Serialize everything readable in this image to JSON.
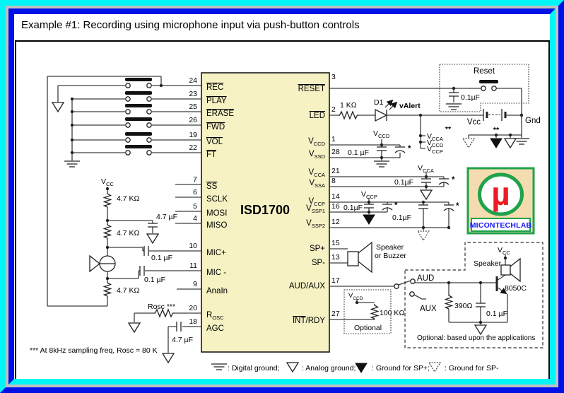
{
  "title": "Example #1: Recording using microphone input via push-button controls",
  "colors": {
    "frame_cyan": "#00f6f6",
    "frame_blue": "#0011e8",
    "frame_gray": "#c0c0c0",
    "chip_fill": "#f6f2c4",
    "logo_green": "#1fa24a",
    "logo_red": "#ed1c24",
    "logo_blue": "#1414ff",
    "logo_tan": "#f4dcb0"
  },
  "chip": {
    "name": "ISD1700",
    "left_pins": [
      {
        "num": "24",
        "label": "REC"
      },
      {
        "num": "23",
        "label": "PLAY"
      },
      {
        "num": "25",
        "label": "ERASE"
      },
      {
        "num": "26",
        "label": "FWD"
      },
      {
        "num": "19",
        "label": "VOL"
      },
      {
        "num": "22",
        "label": "FT"
      },
      {
        "num": "7",
        "label": "SS"
      },
      {
        "num": "6",
        "label": "SCLK"
      },
      {
        "num": "5",
        "label": "MOSI"
      },
      {
        "num": "4",
        "label": "MISO"
      },
      {
        "num": "10",
        "label": "MIC+"
      },
      {
        "num": "11",
        "label": "MIC -"
      },
      {
        "num": "9",
        "label": "AnaIn"
      },
      {
        "num": "20",
        "main": "R",
        "sub": "OSC"
      },
      {
        "num": "18",
        "label": "AGC"
      }
    ],
    "right_pins": [
      {
        "num": "3",
        "label": "RESET"
      },
      {
        "num": "2",
        "label": "LED"
      },
      {
        "num": "1",
        "main": "V",
        "sub": "CCD"
      },
      {
        "num": "28",
        "main": "V",
        "sub": "SSD"
      },
      {
        "num": "21",
        "main": "V",
        "sub": "CCA"
      },
      {
        "num": "8",
        "main": "V",
        "sub": "SSA"
      },
      {
        "num": "14",
        "main": "V",
        "sub": "CCP"
      },
      {
        "num": "16",
        "main": "V",
        "sub": "SSP1"
      },
      {
        "num": "12",
        "main": "V",
        "sub": "SSP2"
      },
      {
        "num": "15",
        "label": "SP+"
      },
      {
        "num": "13",
        "label": "SP-"
      },
      {
        "num": "17",
        "label": "AUD/AUX"
      },
      {
        "num": "27",
        "ovl": "INT",
        "rest": "/RDY"
      }
    ]
  },
  "mic": {
    "vcc": {
      "main": "V",
      "sub": "CC"
    },
    "r_top": "4.7 KΩ",
    "r_mid": "4.7 KΩ",
    "r_bot": "4.7 KΩ",
    "c_bias": "4.7 µF",
    "c_mic_pos": "0.1 µF",
    "c_mic_neg": "0.1 µF"
  },
  "osc": {
    "label": "Rosc ***",
    "note": "***  At 8kHz sampling freq, Rosc = 80 K"
  },
  "agc": {
    "cap": "4.7 µF"
  },
  "reset_box": {
    "label": "Reset",
    "cap": "0.1µF"
  },
  "led": {
    "resistor": "1 KΩ",
    "diode": "D1",
    "alert": "vAlert"
  },
  "power": {
    "vcc": "Vcc",
    "gnd": "Gnd",
    "stars": "**",
    "rail_a": {
      "main": "V",
      "sub": "CCA"
    },
    "rail_d": {
      "main": "V",
      "sub": "CCD"
    },
    "rail_p": {
      "main": "V",
      "sub": "CCP"
    }
  },
  "decoupling": {
    "vccd": {
      "label": {
        "main": "V",
        "sub": "CCD"
      },
      "cap": "0.1 µF",
      "star": "*"
    },
    "vcca": {
      "label": {
        "main": "V",
        "sub": "CCA"
      },
      "cap": "0.1µF",
      "star": "*"
    },
    "vccp": {
      "label": {
        "main": "V",
        "sub": "CCP"
      },
      "cap": "0.1µF",
      "star": "*"
    },
    "vssp": {
      "cap": "0.1µF",
      "star": "*"
    }
  },
  "speaker": {
    "line1": "Speaker",
    "line2": "or Buzzer"
  },
  "aud_switch": {
    "aud": "AUD",
    "aux": "AUX"
  },
  "int_pullup": {
    "label": {
      "main": "V",
      "sub": "CCD"
    },
    "resistor": "100 KΩ",
    "caption": "Optional"
  },
  "amp": {
    "vcc": {
      "main": "V",
      "sub": "CC"
    },
    "speaker": "Speaker",
    "transistor": "8050C",
    "resistor": "390Ω",
    "cap": "0.1 µF",
    "note": "Optional: based upon the applications"
  },
  "legend": {
    "digital": ": Digital ground;",
    "analog": ": Analog ground;",
    "sp_plus": ": Ground for SP+;",
    "sp_minus": ": Ground for SP-"
  },
  "logo": {
    "mu": "µ",
    "name": "MICONTECHLAB"
  }
}
